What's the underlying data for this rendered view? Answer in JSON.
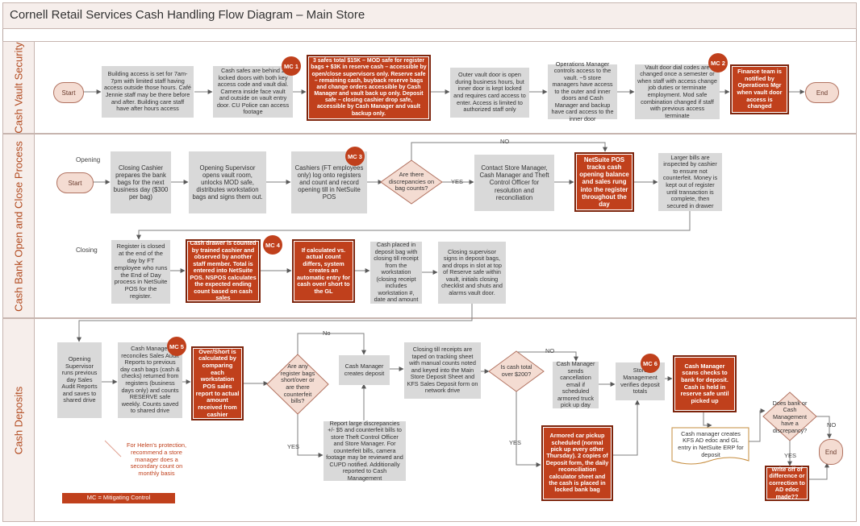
{
  "title": "Cornell Retail Services Cash Handling Flow Diagram – Main Store",
  "lanes": {
    "l1": "Cash Vault Security",
    "l2": "Cash Bank Open and Close Process",
    "l3": "Cash Deposits"
  },
  "labels": {
    "opening": "Opening",
    "closing": "Closing",
    "yes": "YES",
    "no": "NO",
    "no_cap": "No",
    "yes_cap": "YES",
    "legend": "MC = Mitigating Control"
  },
  "terminals": {
    "start1": "Start",
    "end1": "End",
    "start2": "Start",
    "end3": "End"
  },
  "mc": {
    "mc1": "MC 1",
    "mc2": "MC 2",
    "mc3": "MC 3",
    "mc4": "MC 4",
    "mc5": "MC 5",
    "mc6": "MC 6"
  },
  "vault": {
    "b1": "Building access is set for 7am-7pm with limited staff having access outside those hours. Café Jennie staff may be there before and after. Building care staff have after hours access",
    "b2": "Cash safes are behind 2 locked doors with both key access code and vault dial. Camera inside face vault and outside on vault entry door. CU Police can access footage",
    "b3": "3 safes total $15K – MOD safe for register bags + $3K in reserve cash – accessible by open/close supervisors only. Reserve safe – remaining cash, buyback reserve bags and change orders accessible by Cash Manager and vault back up only. Deposit safe – closing cashier drop safe, accessible by Cash Manager and vault backup only.",
    "b4": "Outer vault door is open during business hours, but inner door is kept locked and requires card access to enter. Access is limited to authorized staff only",
    "b5": "Operations Manager controls access to the vault. ~5 store managers have access to the outer and inner doors and Cash Manager and backup have card access to the inner door",
    "b6": "Vault door dial codes are changed once a semester or when staff with access change job duties or terminate employment. Mod safe combination changed if staff with previous access terminate",
    "b7": "Finance team is notified by Operations Mgr when vault door access is changed"
  },
  "bank": {
    "o1": "Closing Cashier prepares the bank bags for the next business day ($300 per bag)",
    "o2": "Opening Supervisor opens vault room, unlocks MOD safe, distributes workstation bags and signs them out.",
    "o3": "Cashiers (FT employees only) log onto registers and count and record opening till in NetSuite POS",
    "d1": "Are there discrepancies on bag counts?",
    "o4": "Contact Store Manager, Cash Manager and Theft Control Officer for resolution and reconciliation",
    "o5": "NetSuite POS tracks cash opening balance and sales rung into the register throughout the day",
    "o6": "Larger bills are inspected by cashier to ensure not counterfeit. Money is kept out of register until transaction is complete, then secured in drawer",
    "c1": "Register is closed at the end of the day by FT employee who runs the End of Day process in NetSuite POS for the register.",
    "c2": "Cash drawer is counted by trained cashier and observed by another staff member. Total is entered into NetSuite POS. NSPOS calculates the expected ending count based on cash sales",
    "c3": "If calculated vs. actual count differs, system creates an automatic entry for cash over/ short to the GL",
    "c4": "Cash placed in deposit bag with closing till receipt from the workstation (closing receipt includes workstation #, date and amount",
    "c5": "Closing supervisor signs in deposit bags, and drops in slot at top of Reserve safe within vault, initials closing checklist and shuts and alarms vault door."
  },
  "deposits": {
    "p1": "Opening Supervisor runs previous day Sales Audit Reports and saves to shared drive",
    "p2": "Cash Manager reconciles Sales Audit Reports to previous day cash bags (cash & checks) returned from registers (business days only) and counts RESERVE safe weekly. Counts saved to shared drive",
    "p3": "Over/Short is calculated by comparing each workstation POS sales report to actual amount received from cashier",
    "d2": "Are any register bags short/over or are there counterfeit bills?",
    "p4": "Cash Manager creates deposit",
    "p5": "Report large discrepancies +/- $5 and counterfeit bills to store Theft Control Officer and Store Manager. For counterfeit bills, camera footage may be reviewed and CUPD notified. Additionally reported to Cash Management",
    "p6": "Closing till receipts are taped on tracking sheet with manual counts noted and keyed into the Main Store Deposit Sheet and KFS Sales Deposit form on network drive",
    "d3": "Is cash total over $200?",
    "p7": "Cash Manager sends cancellation email if scheduled armored truck pick up day",
    "p8": "Armored car pickup scheduled (normal pick up every other Thursday). 2 copies of Deposit form, the daily reconciliation calculator sheet and the cash is placed in locked bank bag",
    "p9": "Store Management verifies deposit totals",
    "p10": "Cash Manager scans checks to bank for deposit. Cash is held in reserve safe until picked up",
    "p11": "Cash manager creates KFS AD edoc and GL entry in NetSuite ERP for deposit",
    "d4": "Does bank or Cash Management have a discrepancy?",
    "p12": "Write off of difference or correction to AD edoc made??",
    "note": "For Helen's protection, recommend a store manager does a secondary count on monthly basis"
  }
}
